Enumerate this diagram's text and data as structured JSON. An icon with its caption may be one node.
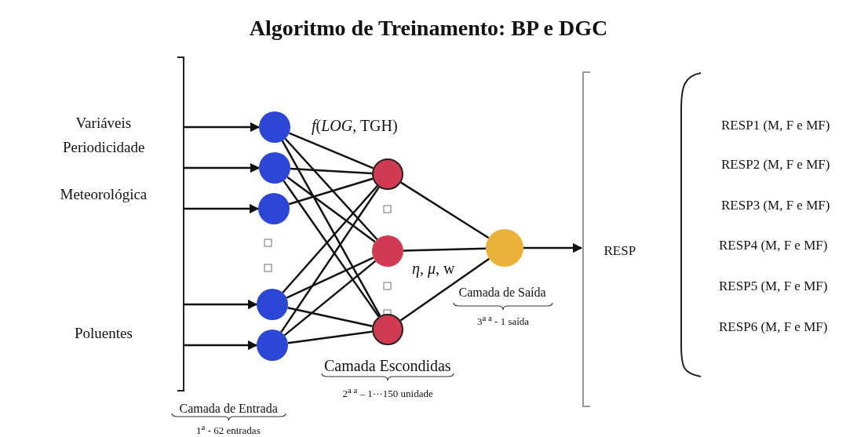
{
  "diagram": {
    "title": "Algoritmo de Treinamento: BP e DGC",
    "nodes": [
      {
        "text": [],
        "shape": "circle"
      },
      {
        "text": [],
        "shape": "circle"
      },
      {
        "text": [],
        "shape": "circle"
      },
      {
        "text": [],
        "shape": "circle"
      },
      {
        "text": [],
        "shape": "circle"
      },
      {
        "text": [],
        "shape": "circle"
      },
      {
        "text": [],
        "shape": "circle"
      },
      {
        "text": [],
        "shape": "circle"
      },
      {
        "text": [],
        "shape": "circle"
      }
    ],
    "edges": [
      {
        "from": null,
        "to": 0,
        "arrow": "to"
      },
      {
        "from": null,
        "to": 1,
        "arrow": "to"
      },
      {
        "from": null,
        "to": 2,
        "arrow": "to"
      },
      {
        "from": null,
        "to": 3,
        "arrow": "to"
      },
      {
        "from": null,
        "to": 4,
        "arrow": "to"
      },
      {
        "from": 0,
        "to": 5,
        "arrow": "none"
      },
      {
        "from": 0,
        "to": 6,
        "arrow": "none"
      },
      {
        "from": 0,
        "to": 7,
        "arrow": "none"
      },
      {
        "from": 1,
        "to": 5,
        "arrow": "none"
      },
      {
        "from": 1,
        "to": 6,
        "arrow": "none"
      },
      {
        "from": 1,
        "to": 7,
        "arrow": "none"
      },
      {
        "from": 2,
        "to": 5,
        "arrow": "none"
      },
      {
        "from": 3,
        "to": 5,
        "arrow": "none"
      },
      {
        "from": 3,
        "to": 6,
        "arrow": "none"
      },
      {
        "from": 3,
        "to": 7,
        "arrow": "none"
      },
      {
        "from": 4,
        "to": 5,
        "arrow": "none"
      },
      {
        "from": 4,
        "to": 6,
        "arrow": "none"
      },
      {
        "from": 4,
        "to": 7,
        "arrow": "none"
      },
      {
        "from": 5,
        "to": 8,
        "arrow": "none"
      },
      {
        "from": 6,
        "to": 8,
        "arrow": "none"
      },
      {
        "from": 7,
        "to": 8,
        "arrow": "none"
      },
      {
        "from": 8,
        "to": null,
        "arrow": "to"
      }
    ],
    "labels": [
      "Variáveis",
      "*f*(*LOG*, TGH)",
      "RESP1 (M, F e MF)",
      "Periodicidade",
      "RESP2 (M, F e MF)",
      "Meteorológica",
      "RESP3 (M, F e MF)",
      "RESP",
      "RESP4 (M, F e MF)",
      "*η*, *μ*, w",
      "Camada de Saída",
      "RESP5 (M, F e MF)",
      "3$^{a a}$ - 1 saída",
      "Poluentes",
      "RESP6 (M, F e MF)",
      "Camada Escondidas",
      "2$^{a a}$ – 1···150 unidade",
      "Camada de Entrada",
      "1$^{a}$ - 62 entradas"
    ]
  }
}
